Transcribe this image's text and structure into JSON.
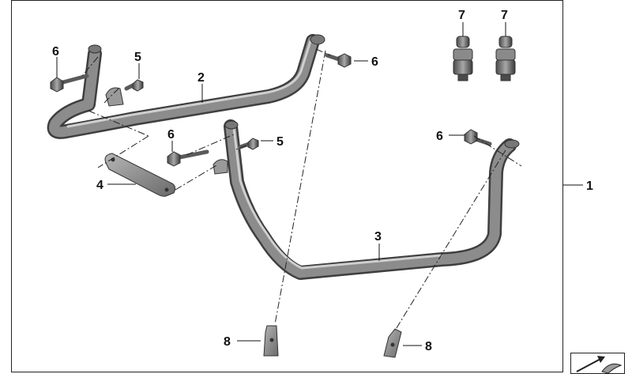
{
  "callouts": {
    "c1": "1",
    "c2": "2",
    "c3": "3",
    "c4": "4",
    "c5a": "5",
    "c5b": "5",
    "c6a": "6",
    "c6b": "6",
    "c6c": "6",
    "c6d": "6",
    "c7a": "7",
    "c7b": "7",
    "c8a": "8",
    "c8b": "8"
  },
  "colors": {
    "tube": "#8c8c8c",
    "tube_light": "#c9c9c9",
    "tube_dark": "#3f3f3f",
    "line": "#111111"
  },
  "icons": {
    "corner": "scissors-arrow-icon"
  }
}
